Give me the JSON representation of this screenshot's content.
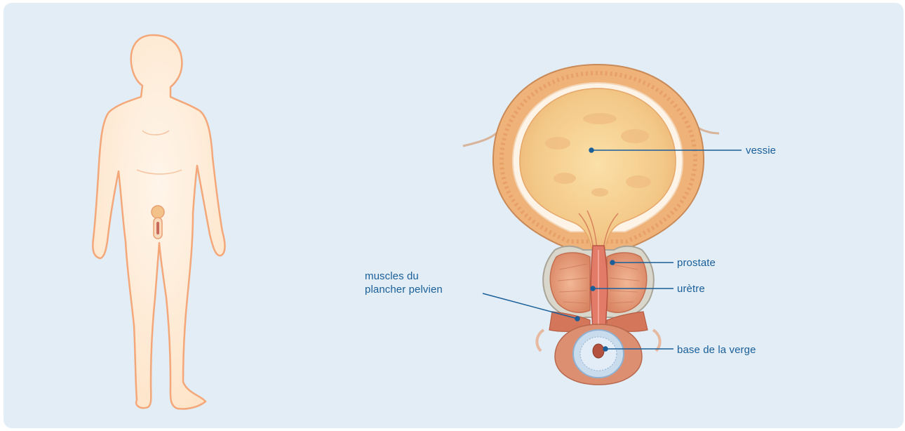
{
  "colors": {
    "panel_bg": "#e2edf6",
    "label_text": "#1a5f99",
    "leader_line": "#1a5f99",
    "body_fill": "#fdebd6",
    "body_outline": "#f4a779",
    "bladder_wall": "#f0b27a",
    "bladder_lumen": "#f6cf94",
    "prostate": "#e49a7c",
    "penis_base": "#bcd3e8"
  },
  "icons": [
    "human-body-figure",
    "pelvic-anatomy-illustration"
  ],
  "labels": {
    "vessie": "vessie",
    "prostate": "prostate",
    "uretre": "urètre",
    "base_verge": "base de la verge",
    "muscles_line1": "muscles du",
    "muscles_line2": "plancher pelvien"
  }
}
